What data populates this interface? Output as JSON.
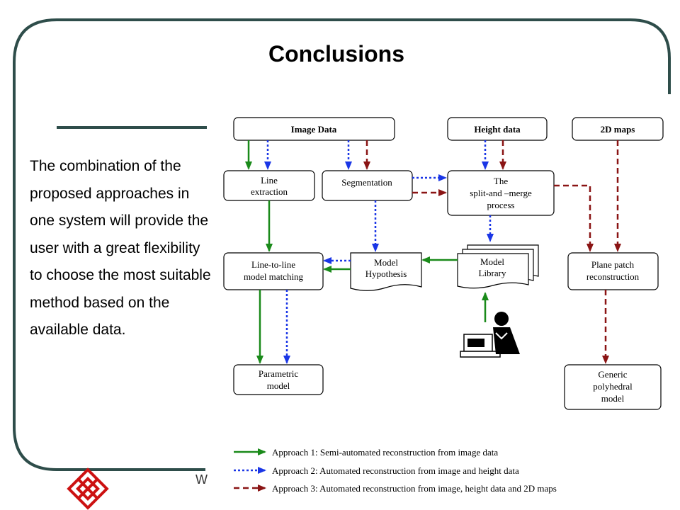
{
  "slide": {
    "title": "Conclusions",
    "body_text": "The combination of the proposed approaches in one system will provide the user with a great flexibility to choose the most suitable method based on the available data.",
    "footer_fragment": "W"
  },
  "colors": {
    "frame": "#2e4d4a",
    "approach1": "#1a8a1a",
    "approach2": "#1a36e6",
    "approach3": "#8a1414",
    "logo": "#cc1111"
  },
  "diagram": {
    "boxes": {
      "image_data": "Image Data",
      "height_data": "Height data",
      "maps_2d": "2D maps",
      "line_extraction": [
        "Line",
        "extraction"
      ],
      "segmentation": "Segmentation",
      "split_merge": [
        "The",
        "split-and –merge",
        "process"
      ],
      "model_hypothesis": [
        "Model",
        "Hypothesis"
      ],
      "model_library": [
        "Model",
        "Library"
      ],
      "line_matching": [
        "Line-to-line",
        "model matching"
      ],
      "plane_patch": [
        "Plane patch",
        "reconstruction"
      ],
      "parametric_model": [
        "Parametric",
        "model"
      ],
      "polyhedral_model": [
        "Generic",
        "polyhedral",
        "model"
      ]
    },
    "operator_icon": "operator-at-computer-icon",
    "legend": [
      {
        "style": "solid",
        "label": "Approach 1: Semi-automated reconstruction from image data"
      },
      {
        "style": "dotted",
        "label": "Approach 2: Automated reconstruction from image and height data"
      },
      {
        "style": "dashed",
        "label": "Approach 3: Automated reconstruction from image, height data and 2D maps"
      }
    ]
  }
}
